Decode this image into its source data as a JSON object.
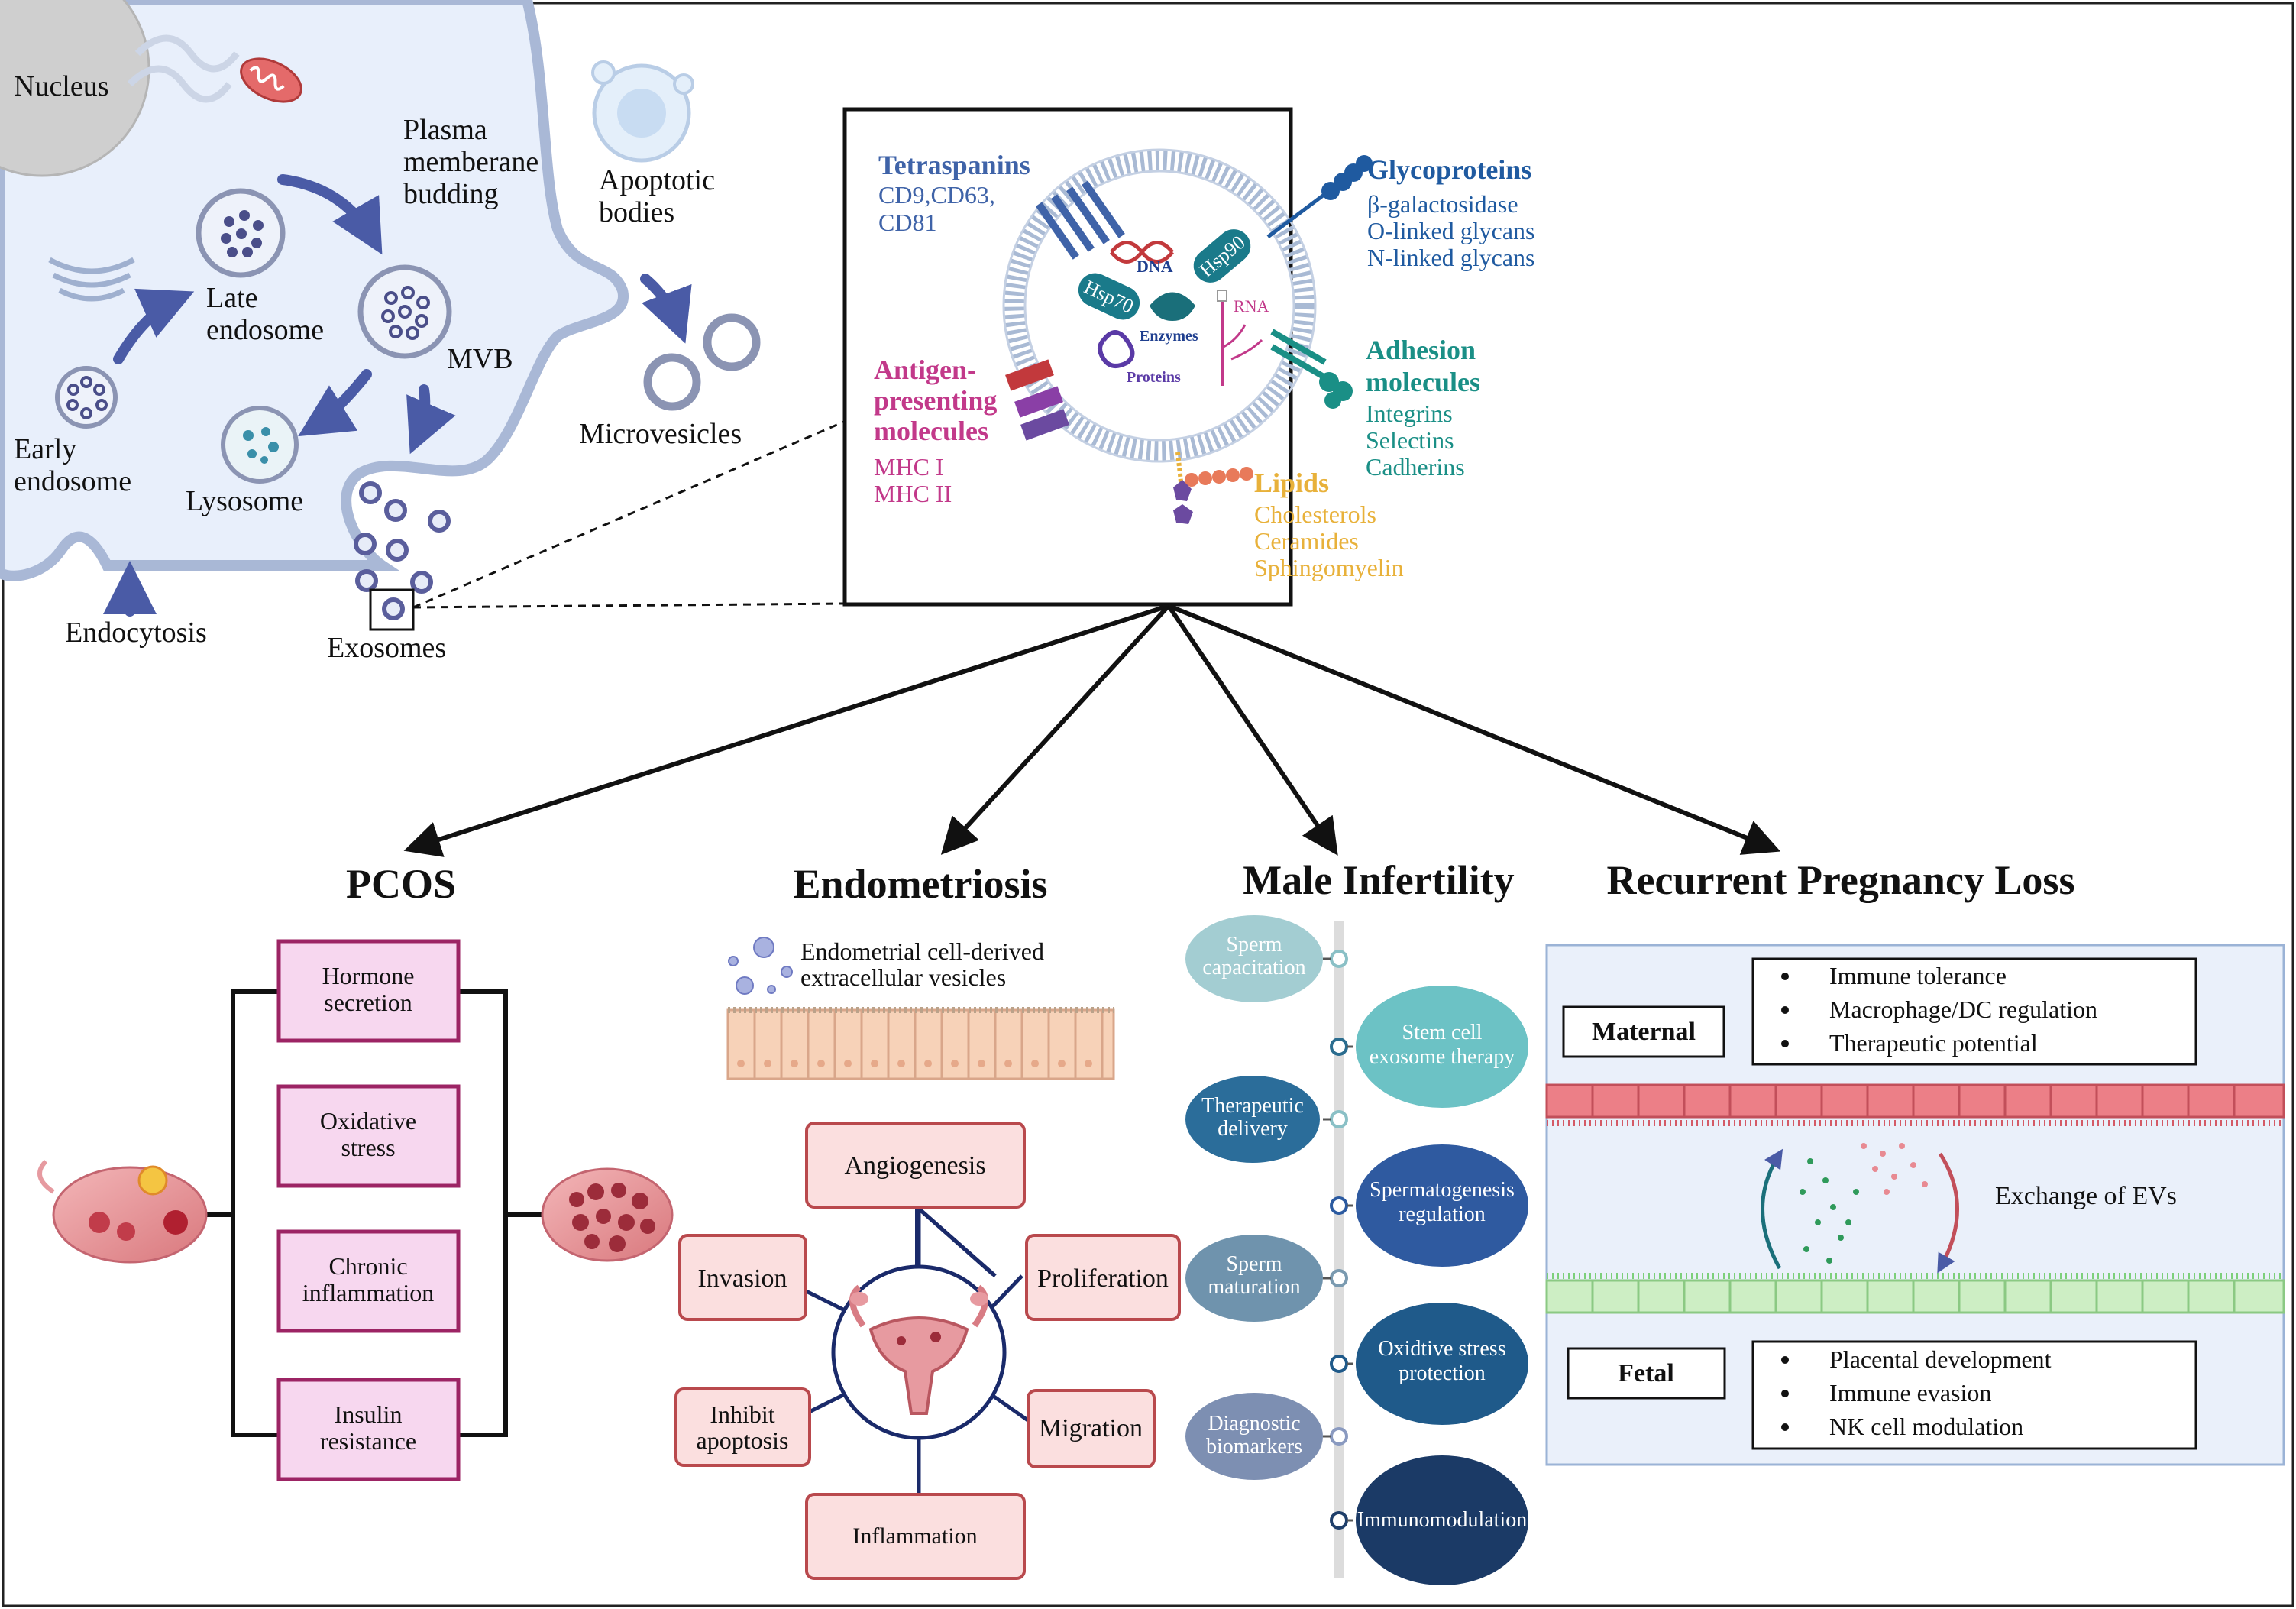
{
  "cell": {
    "nucleus": "Nucleus",
    "plasma_budding": [
      "Plasma",
      "memberane",
      "budding"
    ],
    "apoptotic": [
      "Apoptotic",
      "bodies"
    ],
    "late_endosome": [
      "Late",
      "endosome"
    ],
    "mvb": "MVB",
    "early_endosome": [
      "Early",
      "endosome"
    ],
    "lysosome": "Lysosome",
    "microvesicles": "Microvesicles",
    "endocytosis": "Endocytosis",
    "exosomes": "Exosomes"
  },
  "exosome": {
    "tetraspanins": {
      "title": "Tetraspanins",
      "items": [
        "CD9,CD63,",
        "CD81"
      ]
    },
    "glycoproteins": {
      "title": "Glycoproteins",
      "items": [
        "β-galactosidase",
        "O-linked glycans",
        "N-linked glycans"
      ]
    },
    "antigen": {
      "title": [
        "Antigen-",
        "presenting",
        "molecules"
      ],
      "items": [
        "MHC I",
        "MHC II"
      ]
    },
    "adhesion": {
      "title": [
        "Adhesion",
        "molecules"
      ],
      "items": [
        "Integrins",
        "Selectins",
        "Cadherins"
      ]
    },
    "lipids": {
      "title": "Lipids",
      "items": [
        "Cholesterols",
        "Ceramides",
        "Sphingomyelin"
      ]
    },
    "inner": {
      "dna": "DNA",
      "hsp90": "Hsp90",
      "hsp70": "Hsp70",
      "enzymes": "Enzymes",
      "rna": "RNA",
      "proteins": "Proteins"
    }
  },
  "sections": {
    "pcos": "PCOS",
    "endometriosis": "Endometriosis",
    "male": "Male Infertility",
    "rpl": "Recurrent Pregnancy Loss"
  },
  "pcos_boxes": [
    [
      "Hormone",
      "secretion"
    ],
    [
      "Oxidative",
      "stress"
    ],
    [
      "Chronic",
      "inflammation"
    ],
    [
      "Insulin",
      "resistance"
    ]
  ],
  "endometriosis": {
    "vesicles": [
      "Endometrial cell-derived",
      "extracellular vesicles"
    ],
    "angiogenesis": "Angiogenesis",
    "invasion": "Invasion",
    "proliferation": "Proliferation",
    "inhibit": [
      "Inhibit",
      "apoptosis"
    ],
    "migration": "Migration",
    "inflammation": "Inflammation"
  },
  "male_left": [
    [
      "Sperm",
      "capacitation"
    ],
    [
      "Therapeutic",
      "delivery"
    ],
    [
      "Sperm",
      "maturation"
    ],
    [
      "Diagnostic",
      "biomarkers"
    ]
  ],
  "male_right": [
    [
      "Stem cell",
      "exosome therapy"
    ],
    [
      "Spermatogenesis",
      "regulation"
    ],
    [
      "Oxidtive stress",
      "protection"
    ],
    [
      "Immunomodulation"
    ]
  ],
  "rpl": {
    "maternal": "Maternal",
    "fetal": "Fetal",
    "maternal_items": [
      "Immune tolerance",
      "Macrophage/DC regulation",
      "Therapeutic potential"
    ],
    "fetal_items": [
      "Placental development",
      "Immune evasion",
      "NK cell modulation"
    ],
    "exchange": "Exchange of EVs"
  },
  "colors": {
    "tetraspanins": "#3f63a8",
    "glycoproteins": "#1f5aa0",
    "antigen": "#c2398a",
    "adhesion": "#1a8f86",
    "lipids": "#e8b13a",
    "arrow": "#4a5ba6",
    "pcos_box": "#f7d7ef",
    "pcos_border": "#9c2464",
    "endo_box": "#fbdfdf",
    "endo_border": "#b9494d",
    "rpl_bg": "#eaf0fa"
  }
}
